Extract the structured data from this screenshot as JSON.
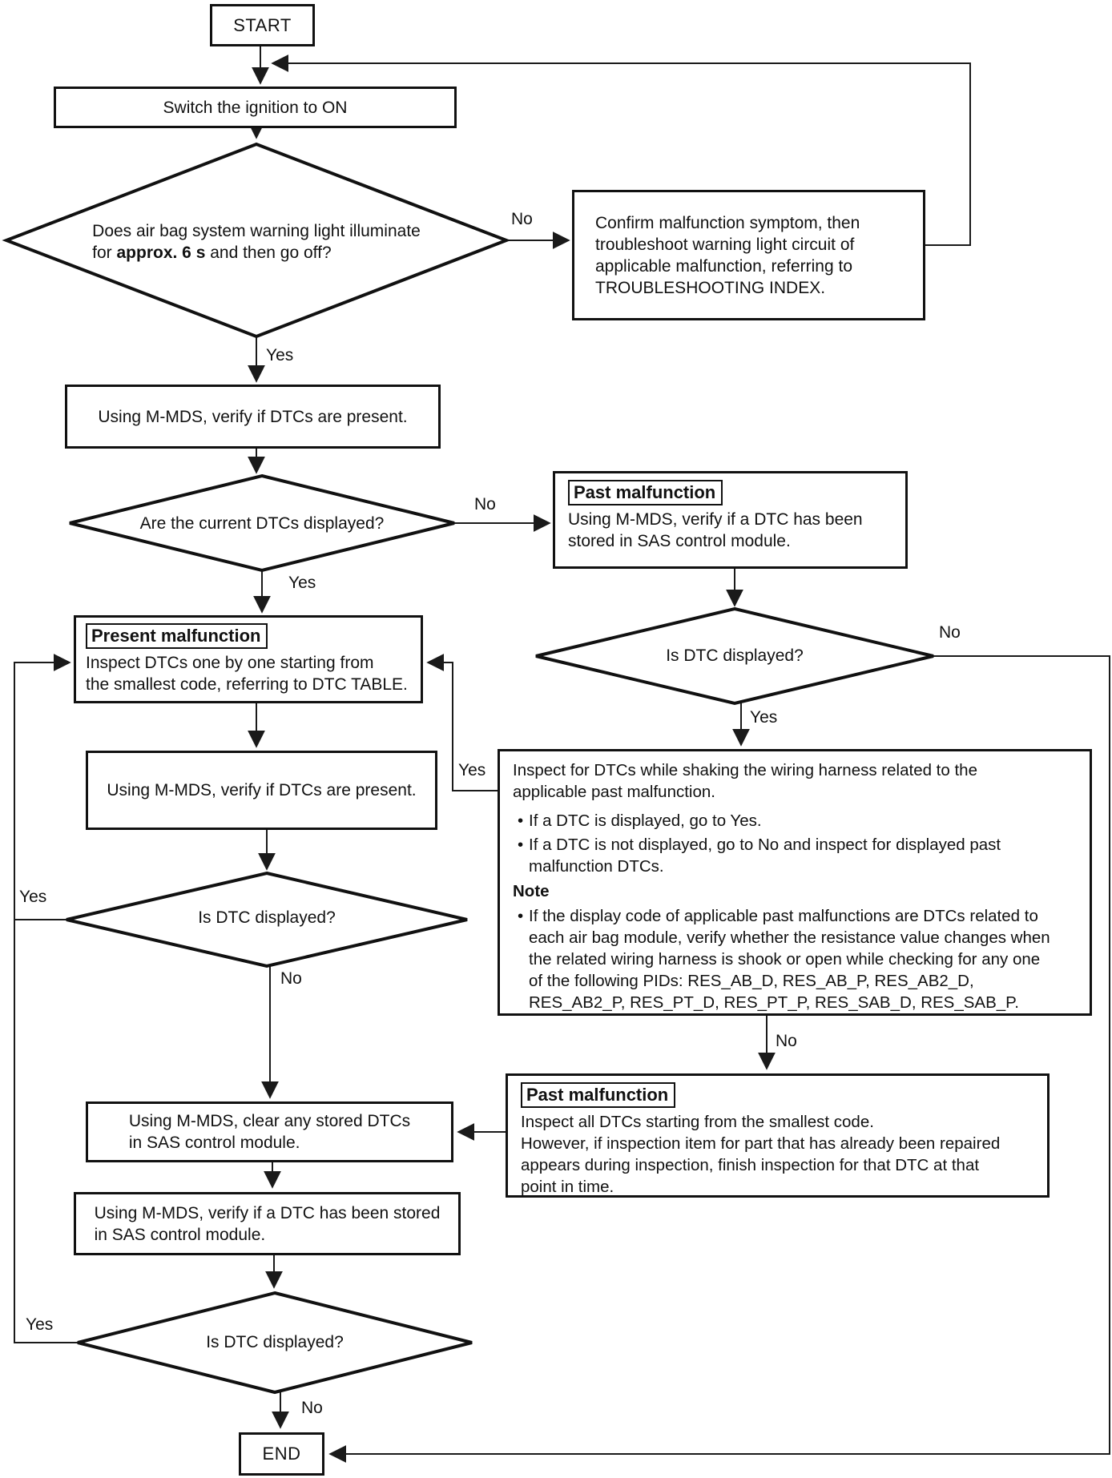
{
  "diagram": {
    "line_color": "#1a1a1a",
    "labels": {
      "yes": "Yes",
      "no": "No"
    },
    "nodes": {
      "start": "START",
      "switch_ignition": "Switch the ignition to ON",
      "warning_light_q": {
        "line1": "Does air bag system warning light illuminate",
        "line2_pre": "for ",
        "line2_bold": "approx. 6 s",
        "line2_post": " and then go off?"
      },
      "confirm_malfunction": "Confirm malfunction symptom, then\ntroubleshoot warning light circuit of\napplicable malfunction, referring to\nTROUBLESHOOTING INDEX.",
      "verify_dtcs_present_1": "Using M-MDS, verify if DTCs are present.",
      "current_dtcs_q": "Are the current DTCs displayed?",
      "past_malfunction_1": {
        "title": "Past malfunction",
        "text": "Using M-MDS, verify if a DTC has been\nstored in SAS control module."
      },
      "is_dtc_displayed_right": "Is DTC displayed?",
      "present_malfunction": {
        "title": "Present malfunction",
        "text": "Inspect DTCs one by one starting from\nthe smallest code, referring to DTC TABLE."
      },
      "verify_dtcs_present_2": "Using M-MDS, verify if DTCs are present.",
      "is_dtc_displayed_mid": "Is DTC displayed?",
      "shake_harness": {
        "intro": "Inspect for DTCs while shaking the wiring harness related to the\napplicable past malfunction.",
        "bullet1": "If a DTC is displayed, go to Yes.",
        "bullet2": "If a DTC is not displayed, go to No and inspect for displayed past\nmalfunction DTCs.",
        "note_title": "Note",
        "note_bullet": "If the display code of applicable past malfunctions are DTCs related to\neach air bag module, verify whether the resistance value changes when\nthe related wiring harness is shook or open while checking for any one\nof the following PIDs: RES_AB_D, RES_AB_P, RES_AB2_D,\nRES_AB2_P, RES_PT_D, RES_PT_P, RES_SAB_D, RES_SAB_P."
      },
      "past_malfunction_2": {
        "title": "Past malfunction",
        "text": "Inspect all DTCs starting from the smallest code.\nHowever, if inspection item for part that has already been repaired\nappears during inspection, finish inspection for that DTC at that\npoint in time."
      },
      "clear_dtcs": "Using M-MDS, clear any stored DTCs\nin SAS control module.",
      "verify_stored": "Using M-MDS, verify if a DTC has been stored\nin SAS control module.",
      "is_dtc_displayed_bottom": "Is DTC displayed?",
      "end": "END"
    }
  }
}
